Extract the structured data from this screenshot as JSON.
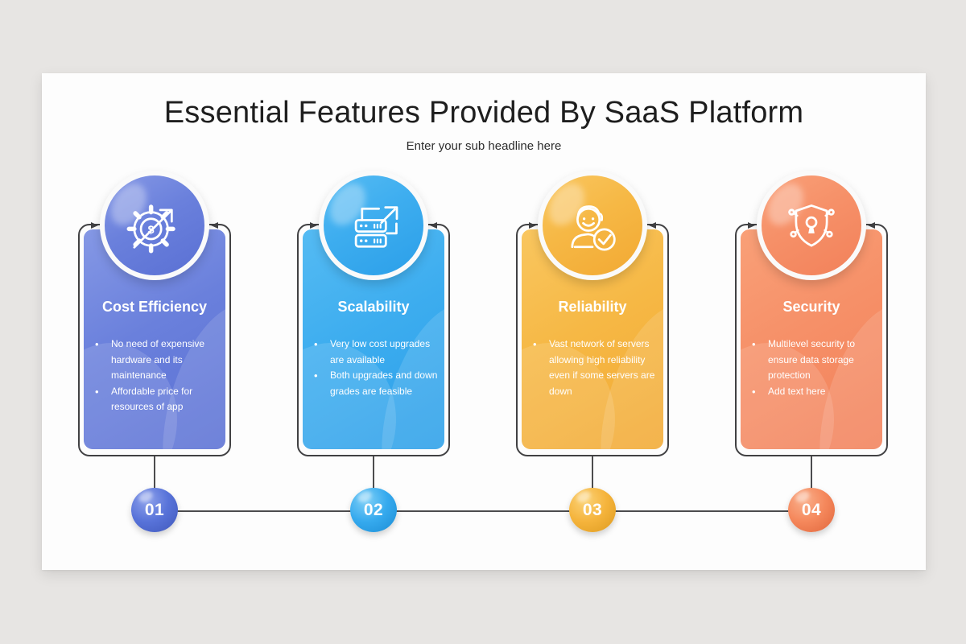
{
  "header": {
    "title": "Essential Features Provided By SaaS Platform",
    "subtitle": "Enter your sub headline here"
  },
  "cards": [
    {
      "number": "01",
      "title": "Cost Efficiency",
      "icon": "gear-dollar-growth-icon",
      "accent": "#6077d7",
      "bullets": [
        "No need of expensive hardware and its maintenance",
        "Affordable price for resources of app"
      ]
    },
    {
      "number": "02",
      "title": "Scalability",
      "icon": "server-upgrade-arrow-icon",
      "accent": "#38abee",
      "bullets": [
        "Very low cost upgrades are available",
        "Both upgrades and down grades are feasible"
      ]
    },
    {
      "number": "03",
      "title": "Reliability",
      "icon": "support-person-check-icon",
      "accent": "#f5b640",
      "bullets": [
        "Vast network of servers allowing high reliability even if some servers are down"
      ]
    },
    {
      "number": "04",
      "title": "Security",
      "icon": "shield-keyhole-icon",
      "accent": "#f58a60",
      "bullets": [
        "Multilevel security to ensure data storage protection",
        "Add text here"
      ]
    }
  ]
}
